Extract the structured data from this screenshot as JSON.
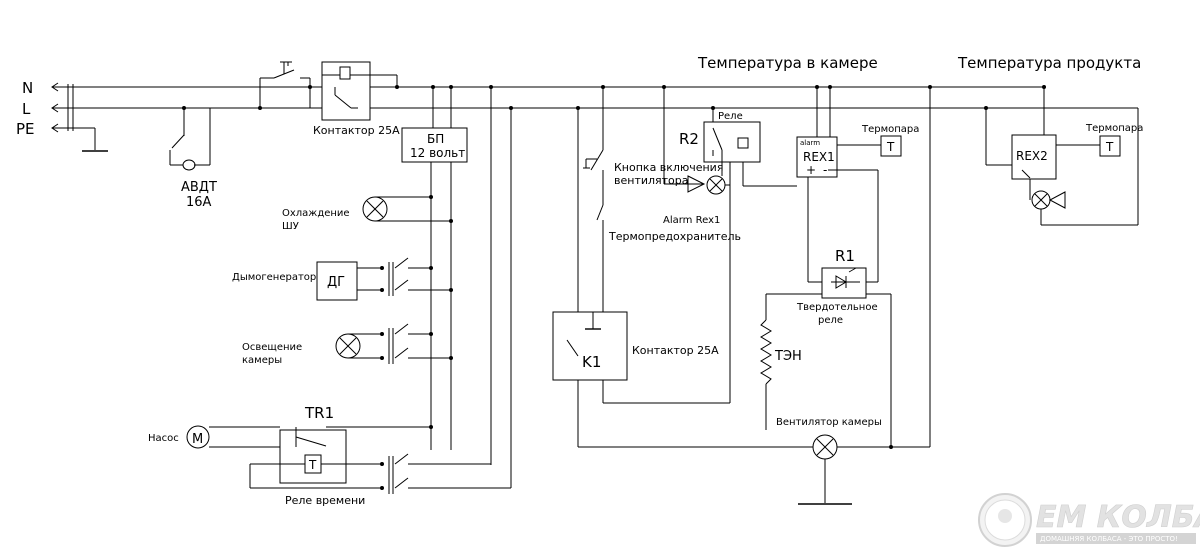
{
  "headings": {
    "chamber_temp": "Температура в камере",
    "product_temp": "Температура продукта"
  },
  "lines": {
    "n": "N",
    "l": "L",
    "pe": "PE"
  },
  "breaker": {
    "line1": "АВДТ",
    "line2": "16А"
  },
  "contactor_main": "Контактор 25А",
  "psu": {
    "line1": "БП",
    "line2": "12 вольт"
  },
  "loads": {
    "cooling_line1": "Охлаждение",
    "cooling_line2": "ШУ",
    "smoke_gen": "Дымогенератор",
    "smoke_gen_box": "ДГ",
    "light_line1": "Освещение",
    "light_line2": "камеры"
  },
  "timer": {
    "tr1": "TR1",
    "pump": "Насос",
    "motor": "M",
    "t": "T",
    "label": "Реле времени"
  },
  "fan_circuit": {
    "button_line1": "Кнопка включения",
    "button_line2": "вентилятора",
    "fuse": "Термопредохранитель",
    "k1": "K1",
    "contactor_k1": "Контактор 25А"
  },
  "alarm": {
    "r2": "R2",
    "rele": "Реле",
    "alarm_rex1": "Alarm Rex1",
    "small_alarm": "alarm"
  },
  "rex1": {
    "name": "REX1",
    "plus": "+",
    "minus": "-",
    "thermo": "Термопара",
    "t": "T"
  },
  "rex2": {
    "name": "REX2",
    "thermo": "Термопара",
    "t": "T"
  },
  "ssr": {
    "r1": "R1",
    "label_line1": "Твердотельное",
    "label_line2": "реле"
  },
  "heater": {
    "label": "ТЭН"
  },
  "chamber_fan": {
    "label": "Вентилятор камеры"
  },
  "logo": {
    "name": "ЕМ КОЛБАСКИ",
    "tagline": "ДОМАШНЯЯ КОЛБАСА - ЭТО ПРОСТО!"
  }
}
